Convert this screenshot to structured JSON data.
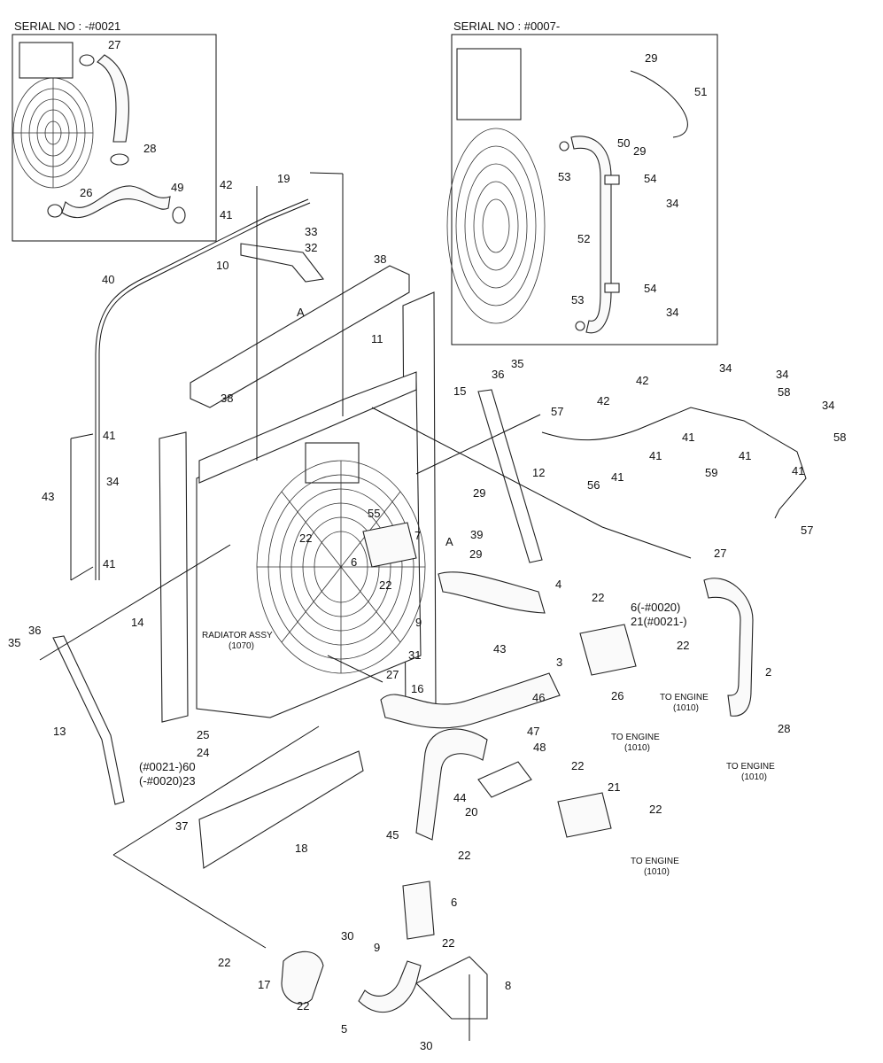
{
  "insets": {
    "left_title": "SERIAL NO : -#0021",
    "right_title": "SERIAL NO : #0007-"
  },
  "notes": {
    "radiator_assy_1": "RADIATOR ASSY",
    "radiator_assy_2": "(1070)",
    "to_engine": "TO ENGINE",
    "to_engine_ref": "(1010)",
    "section_a": "A",
    "p6_note": "6(-#0020)",
    "p21_note": "21(#0021-)",
    "p60_note": "(#0021-)60",
    "p23_note": "(-#0020)23"
  },
  "labels": [
    {
      "id": "l27a",
      "text": "27"
    },
    {
      "id": "l28a",
      "text": "28"
    },
    {
      "id": "l26a",
      "text": "26"
    },
    {
      "id": "l49",
      "text": "49"
    },
    {
      "id": "l29a",
      "text": "29"
    },
    {
      "id": "l51",
      "text": "51"
    },
    {
      "id": "l50",
      "text": "50"
    },
    {
      "id": "l29b",
      "text": "29"
    },
    {
      "id": "l53a",
      "text": "53"
    },
    {
      "id": "l54a",
      "text": "54"
    },
    {
      "id": "l34a",
      "text": "34"
    },
    {
      "id": "l52",
      "text": "52"
    },
    {
      "id": "l54b",
      "text": "54"
    },
    {
      "id": "l53b",
      "text": "53"
    },
    {
      "id": "l34b",
      "text": "34"
    },
    {
      "id": "l42a",
      "text": "42"
    },
    {
      "id": "l19",
      "text": "19"
    },
    {
      "id": "l41a",
      "text": "41"
    },
    {
      "id": "l33",
      "text": "33"
    },
    {
      "id": "l32",
      "text": "32"
    },
    {
      "id": "l10",
      "text": "10"
    },
    {
      "id": "l38a",
      "text": "38"
    },
    {
      "id": "l40",
      "text": "40"
    },
    {
      "id": "l11",
      "text": "11"
    },
    {
      "id": "l35a",
      "text": "35"
    },
    {
      "id": "l36a",
      "text": "36"
    },
    {
      "id": "l15",
      "text": "15"
    },
    {
      "id": "l38b",
      "text": "38"
    },
    {
      "id": "l41b",
      "text": "41"
    },
    {
      "id": "l43a",
      "text": "43"
    },
    {
      "id": "l34c",
      "text": "34"
    },
    {
      "id": "l55",
      "text": "55"
    },
    {
      "id": "l22a",
      "text": "22"
    },
    {
      "id": "l7",
      "text": "7"
    },
    {
      "id": "l6a",
      "text": "6"
    },
    {
      "id": "l22b",
      "text": "22"
    },
    {
      "id": "l41c",
      "text": "41"
    },
    {
      "id": "l57a",
      "text": "57"
    },
    {
      "id": "l42b",
      "text": "42"
    },
    {
      "id": "l42c",
      "text": "42"
    },
    {
      "id": "l34d",
      "text": "34"
    },
    {
      "id": "l34e",
      "text": "34"
    },
    {
      "id": "l58a",
      "text": "58"
    },
    {
      "id": "l34f",
      "text": "34"
    },
    {
      "id": "l41d",
      "text": "41"
    },
    {
      "id": "l58b",
      "text": "58"
    },
    {
      "id": "l41e",
      "text": "41"
    },
    {
      "id": "l41f",
      "text": "41"
    },
    {
      "id": "l59",
      "text": "59"
    },
    {
      "id": "l41g",
      "text": "41"
    },
    {
      "id": "l56",
      "text": "56"
    },
    {
      "id": "l41h",
      "text": "41"
    },
    {
      "id": "l57b",
      "text": "57"
    },
    {
      "id": "l12",
      "text": "12"
    },
    {
      "id": "l29c",
      "text": "29"
    },
    {
      "id": "l39",
      "text": "39"
    },
    {
      "id": "l29d",
      "text": "29"
    },
    {
      "id": "l27b",
      "text": "27"
    },
    {
      "id": "l4",
      "text": "4"
    },
    {
      "id": "l22c",
      "text": "22"
    },
    {
      "id": "l9a",
      "text": "9"
    },
    {
      "id": "l22d",
      "text": "22"
    },
    {
      "id": "l31",
      "text": "31"
    },
    {
      "id": "l43b",
      "text": "43"
    },
    {
      "id": "l3",
      "text": "3"
    },
    {
      "id": "l2",
      "text": "2"
    },
    {
      "id": "l14",
      "text": "14"
    },
    {
      "id": "l35b",
      "text": "35"
    },
    {
      "id": "l36b",
      "text": "36"
    },
    {
      "id": "l27c",
      "text": "27"
    },
    {
      "id": "l16",
      "text": "16"
    },
    {
      "id": "l26b",
      "text": "26"
    },
    {
      "id": "l46",
      "text": "46"
    },
    {
      "id": "l47",
      "text": "47"
    },
    {
      "id": "l48",
      "text": "48"
    },
    {
      "id": "l28b",
      "text": "28"
    },
    {
      "id": "l13",
      "text": "13"
    },
    {
      "id": "l25",
      "text": "25"
    },
    {
      "id": "l24",
      "text": "24"
    },
    {
      "id": "l22e",
      "text": "22"
    },
    {
      "id": "l21",
      "text": "21"
    },
    {
      "id": "l44",
      "text": "44"
    },
    {
      "id": "l22f",
      "text": "22"
    },
    {
      "id": "l20",
      "text": "20"
    },
    {
      "id": "l37",
      "text": "37"
    },
    {
      "id": "l45",
      "text": "45"
    },
    {
      "id": "l18",
      "text": "18"
    },
    {
      "id": "l22g",
      "text": "22"
    },
    {
      "id": "l6b",
      "text": "6"
    },
    {
      "id": "l30a",
      "text": "30"
    },
    {
      "id": "l9b",
      "text": "9"
    },
    {
      "id": "l22h",
      "text": "22"
    },
    {
      "id": "l22i",
      "text": "22"
    },
    {
      "id": "l8",
      "text": "8"
    },
    {
      "id": "l17",
      "text": "17"
    },
    {
      "id": "l22j",
      "text": "22"
    },
    {
      "id": "l5",
      "text": "5"
    },
    {
      "id": "l30b",
      "text": "30"
    }
  ]
}
